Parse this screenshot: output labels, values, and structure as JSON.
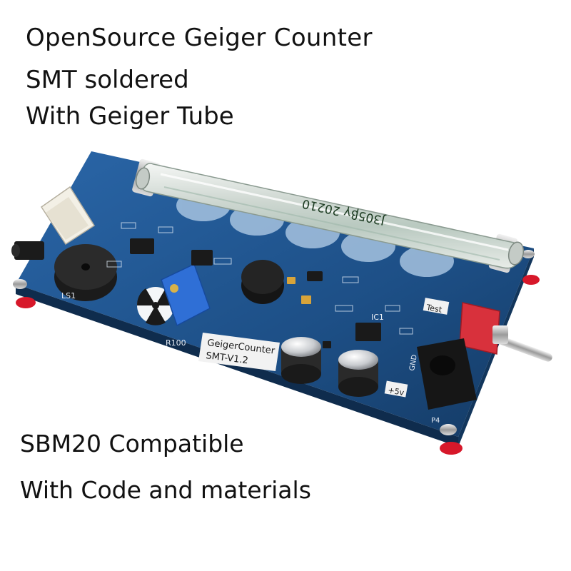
{
  "captions": {
    "line1": "OpenSource Geiger Counter",
    "line2": "SMT soldered",
    "line3": "With Geiger Tube",
    "line4": "SBM20 Compatible",
    "line5": "With Code and materials"
  },
  "board_markings": {
    "model_line1": "GeigerCounter",
    "model_line2": "SMT-V1.2",
    "tube_print": "J305βγ 20210",
    "test_label": "Test",
    "power_label": "+5v",
    "gnd_label": "GND",
    "trimmer_ref": "R100",
    "speaker_ref": "LS1",
    "ic_ref": "IC1",
    "switch_ref": "P4"
  },
  "colors": {
    "pcb": "#1d4f86",
    "pcb_dark": "#143a64",
    "background": "#ffffff",
    "caption_text": "#111111"
  }
}
